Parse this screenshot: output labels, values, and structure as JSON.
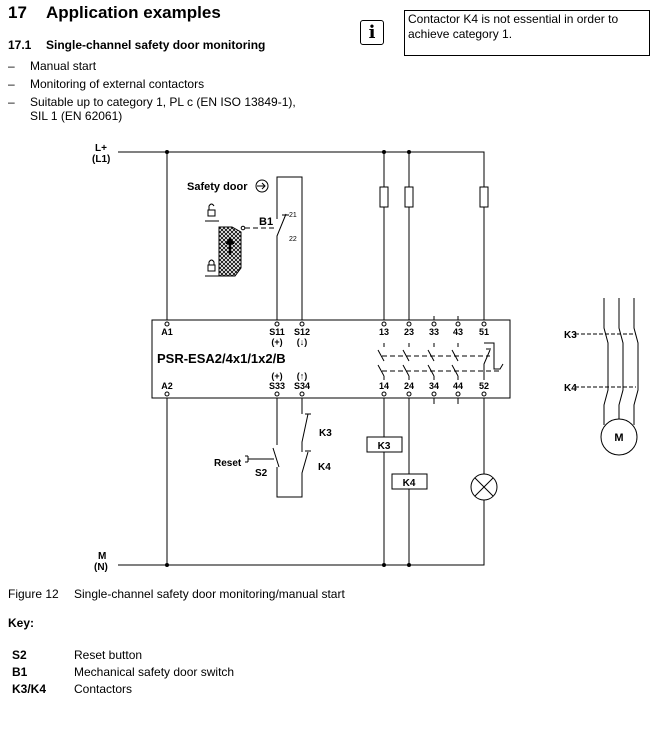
{
  "heading": {
    "number": "17",
    "title": "Application examples"
  },
  "subheading": {
    "number": "17.1",
    "title": "Single-channel safety door monitoring"
  },
  "bullets": [
    "Manual start",
    "Monitoring of external contactors",
    "Suitable up to category 1, PL c (EN ISO 13849-1),",
    "SIL 1 (EN 62061)"
  ],
  "note": {
    "icon": "info-icon",
    "text": "Contactor K4 is not essential in order to achieve category 1."
  },
  "diagram": {
    "supply_top": "L+",
    "supply_top_sub": "(L1)",
    "supply_bottom": "M",
    "supply_bottom_sub": "(N)",
    "safety_door": "Safety door",
    "b1": "B1",
    "b1_t21": "21",
    "b1_t22": "22",
    "device": "PSR-ESA2/4x1/1x2/B",
    "top_terminals": [
      "A1",
      "S11",
      "S12",
      "13",
      "23",
      "33",
      "43",
      "51"
    ],
    "s11_sub": "(+)",
    "s12_sub": "(↓)",
    "bottom_terminals": [
      "A2",
      "S33",
      "S34",
      "14",
      "24",
      "34",
      "44",
      "52"
    ],
    "s33_sub": "(+)",
    "s34_sub": "(↑)",
    "reset": "Reset",
    "s2": "S2",
    "k3": "K3",
    "k4": "K4",
    "coil_k3": "K3",
    "coil_k4": "K4",
    "motor_k3": "K3",
    "motor_k4": "K4",
    "motor": "M"
  },
  "figure": {
    "number": "Figure 12",
    "caption": "Single-channel safety door monitoring/manual start"
  },
  "key": {
    "title": "Key:",
    "rows": [
      {
        "term": "S2",
        "desc": "Reset button"
      },
      {
        "term": "B1",
        "desc": "Mechanical safety door switch"
      },
      {
        "term": "K3/K4",
        "desc": "Contactors"
      }
    ]
  }
}
